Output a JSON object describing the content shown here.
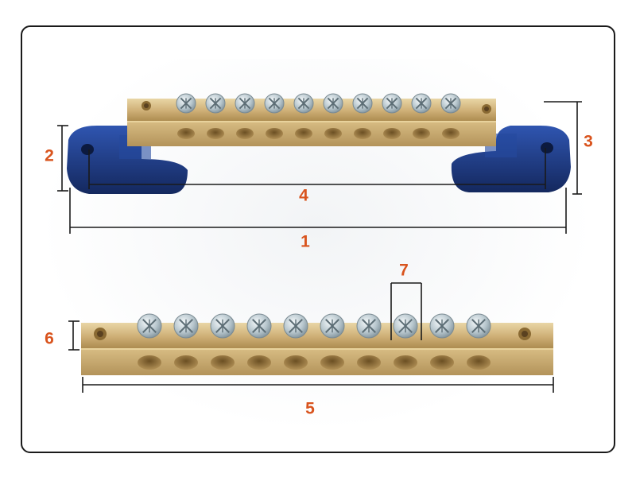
{
  "colors": {
    "label": "#d9541e",
    "dimension_line": "#1a1a1a",
    "frame_border": "#1a1a1a",
    "brass": "#c9a96a",
    "insulator": "#1f3d8c",
    "screw": "#b9c6cc"
  },
  "dimension_labels": [
    "1",
    "2",
    "3",
    "4",
    "5",
    "6",
    "7"
  ],
  "icons": {
    "top_view": "bus-bar-with-insulator-mounts",
    "bottom_view": "bus-bar-with-screw-terminals"
  }
}
